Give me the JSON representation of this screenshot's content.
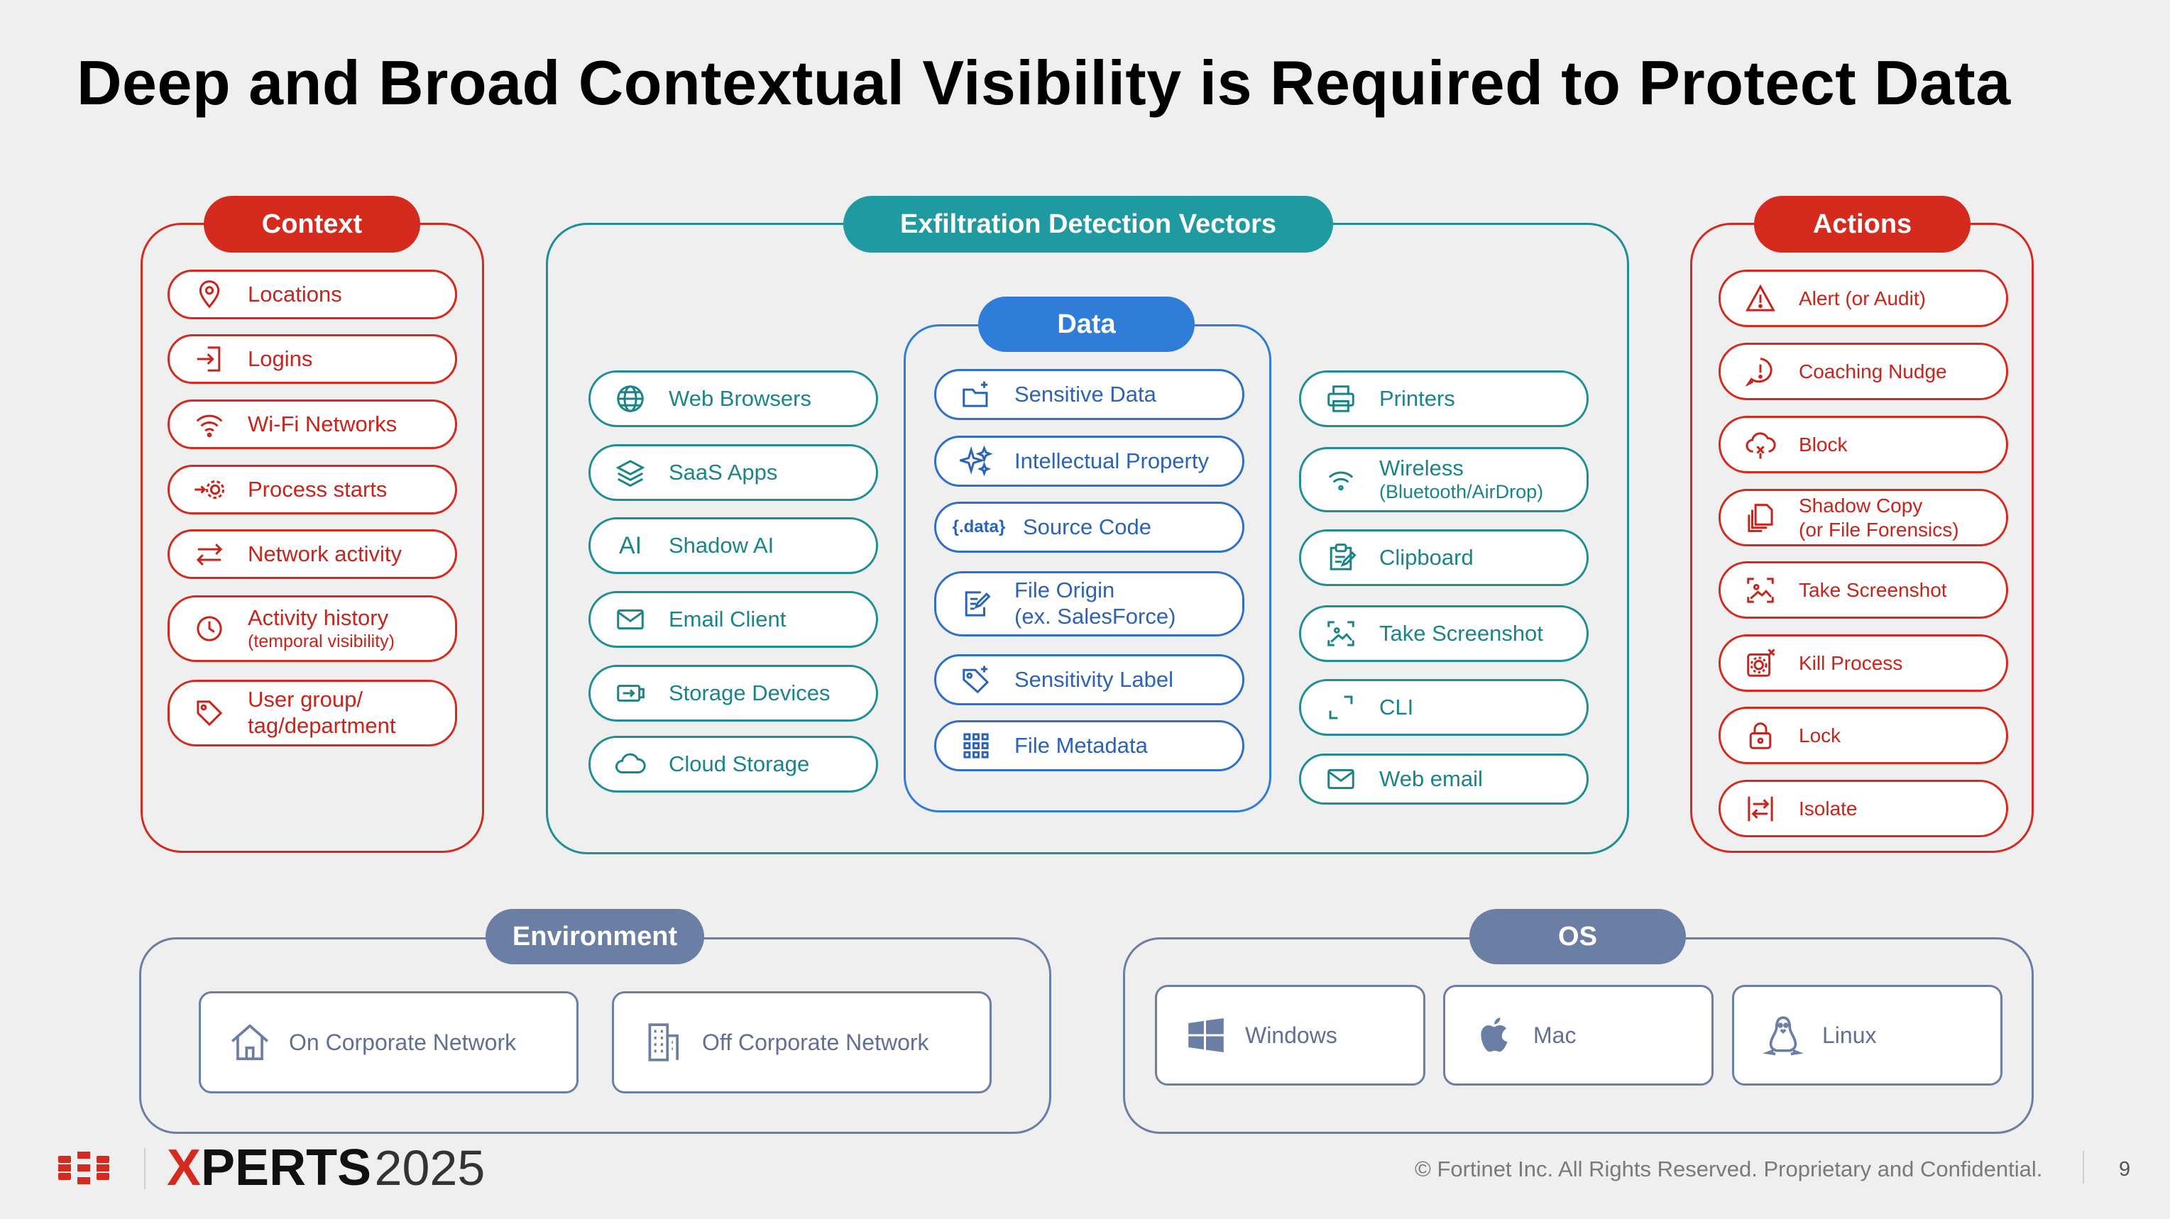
{
  "title": "Deep and Broad Contextual Visibility is Required to Protect Data",
  "context": {
    "label": "Context",
    "items": [
      {
        "label": "Locations",
        "icon": "location-pin-icon"
      },
      {
        "label": "Logins",
        "icon": "login-icon"
      },
      {
        "label": "Wi-Fi Networks",
        "icon": "wifi-icon"
      },
      {
        "label": "Process starts",
        "icon": "process-gear-icon"
      },
      {
        "label": "Network activity",
        "icon": "arrows-exchange-icon"
      },
      {
        "label": "Activity history",
        "sub": "(temporal visibility)",
        "icon": "clock-icon"
      },
      {
        "label": "User group/",
        "sub": "tag/department",
        "icon": "tag-icon"
      }
    ]
  },
  "vectors": {
    "label": "Exfiltration Detection Vectors",
    "left": [
      {
        "label": "Web Browsers",
        "icon": "globe-icon"
      },
      {
        "label": "SaaS Apps",
        "icon": "layers-icon"
      },
      {
        "label": "Shadow AI",
        "icon": "ai-icon",
        "glyph": "AI"
      },
      {
        "label": "Email Client",
        "icon": "envelope-icon"
      },
      {
        "label": "Storage Devices",
        "icon": "usb-drive-icon"
      },
      {
        "label": "Cloud Storage",
        "icon": "cloud-icon"
      }
    ],
    "data": {
      "label": "Data",
      "items": [
        {
          "label": "Sensitive Data",
          "icon": "folder-sparkle-icon"
        },
        {
          "label": "Intellectual Property",
          "icon": "sparkles-icon"
        },
        {
          "label": "Source Code",
          "icon": "code-data-icon",
          "glyph": "{.data}"
        },
        {
          "label": "File Origin",
          "sub": "(ex. SalesForce)",
          "icon": "file-edit-icon"
        },
        {
          "label": "Sensitivity Label",
          "icon": "label-tag-icon"
        },
        {
          "label": "File Metadata",
          "icon": "grid-dots-icon"
        }
      ]
    },
    "right": [
      {
        "label": "Printers",
        "icon": "printer-icon"
      },
      {
        "label": "Wireless",
        "sub": "(Bluetooth/AirDrop)",
        "icon": "wireless-icon"
      },
      {
        "label": "Clipboard",
        "icon": "clipboard-icon"
      },
      {
        "label": "Take Screenshot",
        "icon": "screenshot-icon"
      },
      {
        "label": "CLI",
        "icon": "cli-icon"
      },
      {
        "label": "Web email",
        "icon": "web-email-icon"
      }
    ]
  },
  "actions": {
    "label": "Actions",
    "items": [
      {
        "label": "Alert (or Audit)",
        "icon": "warning-triangle-icon"
      },
      {
        "label": "Coaching Nudge",
        "icon": "speech-alert-icon"
      },
      {
        "label": "Block",
        "icon": "cloud-block-icon"
      },
      {
        "label": "Shadow Copy",
        "sub": "(or File Forensics)",
        "icon": "copy-files-icon"
      },
      {
        "label": "Take Screenshot",
        "icon": "screenshot-icon"
      },
      {
        "label": "Kill Process",
        "icon": "kill-process-icon"
      },
      {
        "label": "Lock",
        "icon": "lock-icon"
      },
      {
        "label": "Isolate",
        "icon": "isolate-icon"
      }
    ]
  },
  "environment": {
    "label": "Environment",
    "items": [
      {
        "label": "On Corporate Network",
        "icon": "house-icon"
      },
      {
        "label": "Off Corporate Network",
        "icon": "building-icon"
      }
    ]
  },
  "os": {
    "label": "OS",
    "items": [
      {
        "label": "Windows",
        "icon": "windows-logo-icon"
      },
      {
        "label": "Mac",
        "icon": "apple-logo-icon"
      },
      {
        "label": "Linux",
        "icon": "linux-penguin-icon"
      }
    ]
  },
  "footer": {
    "brand_x": "X",
    "brand_perts": "PERTS",
    "brand_year": "2025",
    "copyright": "© Fortinet Inc. All Rights Reserved. Proprietary and Confidential.",
    "page_number": "9"
  },
  "colors": {
    "red": "#d52a1e",
    "teal": "#1f8f95",
    "blue": "#2f7dd9",
    "slate": "#6b7ea3"
  }
}
